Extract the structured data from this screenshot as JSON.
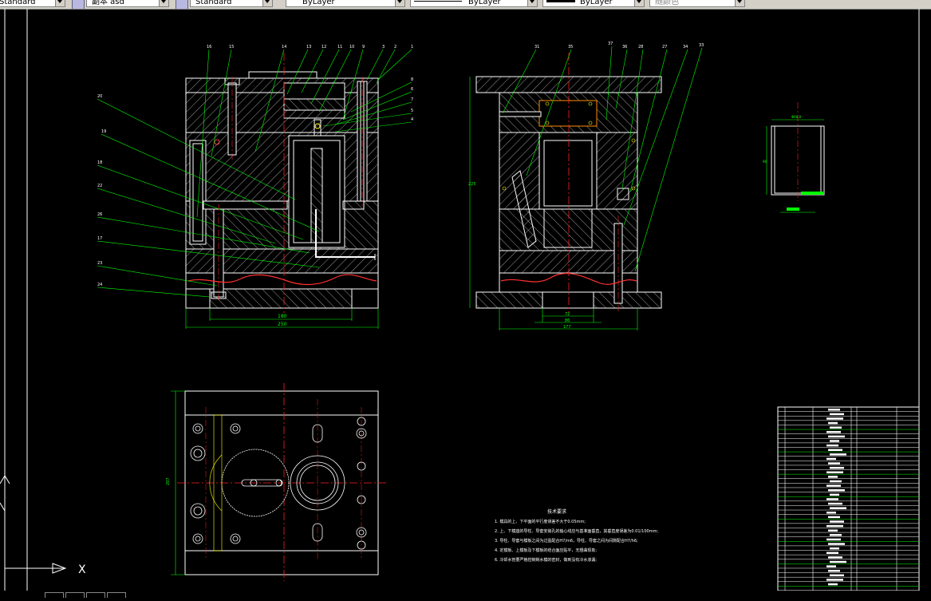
{
  "toolbar": {
    "text_style": "Standard",
    "dim_style": "副本 asd",
    "table_style": "Standard",
    "layer": "ByLayer",
    "linetype": "ByLayer",
    "lineweight": "ByLayer",
    "plot_style": "随颜色"
  },
  "front_view": {
    "part_numbers_top": [
      "16",
      "15",
      "14",
      "13",
      "12",
      "11",
      "10",
      "9",
      "3",
      "2",
      "1"
    ],
    "part_numbers_left": [
      "20",
      "19",
      "18",
      "22",
      "26",
      "17",
      "23",
      "24"
    ],
    "part_numbers_right": [
      "8",
      "6",
      "7",
      "5",
      "4"
    ],
    "dim_inner": "180",
    "dim_outer": "250"
  },
  "side_view": {
    "part_numbers_top": [
      "31",
      "35",
      "37",
      "36",
      "28",
      "27",
      "34",
      "33"
    ],
    "dim_height": "225",
    "dim_1": "72",
    "dim_2": "86",
    "dim_3": "177"
  },
  "part_view": {
    "dim_top": "Φ68.8",
    "dim_side": "96"
  },
  "plan_view": {
    "dim_side": "207"
  },
  "tech_notes": {
    "title": "技术要求",
    "items": [
      "1. 模具的上、下平面的平行度误差不大于0.05mm;",
      "2. 上、下模座的导柱、导套安装孔的轴心线应与基准面垂直，其垂直度误差为0.01/100mm;",
      "3. 导柱、导套与模板之间为过盈配合H7/m6，导柱、导套之间为间隙配合H7/h6;",
      "4. 定模板、上模板及下模板的结合面应贴平，无翘曲现象;",
      "6. 冷却水管要严格控制制水模的密封，做到没有冷水渗漏;"
    ]
  },
  "bom": {
    "row_count": 41
  },
  "command": {
    "ucs_x": "X"
  },
  "colors": {
    "background": "#000000",
    "lines": "#ffffff",
    "dims": "#00ff00",
    "center": "#ff0000",
    "leaders": "#00ff00",
    "accent": "#ffff00"
  }
}
